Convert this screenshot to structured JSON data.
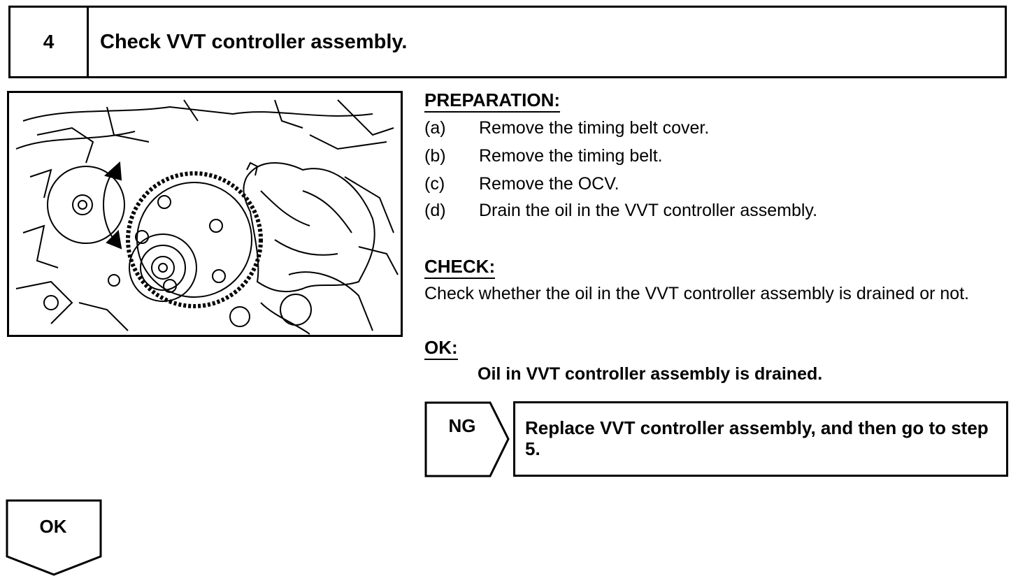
{
  "header": {
    "step_number": "4",
    "title": "Check VVT controller assembly."
  },
  "preparation": {
    "heading": "PREPARATION:",
    "items": [
      {
        "label": "(a)",
        "text": "Remove the timing belt cover."
      },
      {
        "label": "(b)",
        "text": "Remove the timing belt."
      },
      {
        "label": "(c)",
        "text": "Remove the OCV."
      },
      {
        "label": "(d)",
        "text": "Drain the oil in the VVT controller assembly."
      }
    ]
  },
  "check": {
    "heading": "CHECK:",
    "text": "Check whether the oil in the VVT controller assembly is drained or not."
  },
  "ok": {
    "heading": "OK:",
    "text": "Oil in VVT controller assembly is drained."
  },
  "ng": {
    "label": "NG",
    "result": "Replace VVT controller assembly, and then go to step 5."
  },
  "ok_arrow": {
    "label": "OK"
  },
  "figure": {
    "icon": "vvt-controller-illustration"
  }
}
